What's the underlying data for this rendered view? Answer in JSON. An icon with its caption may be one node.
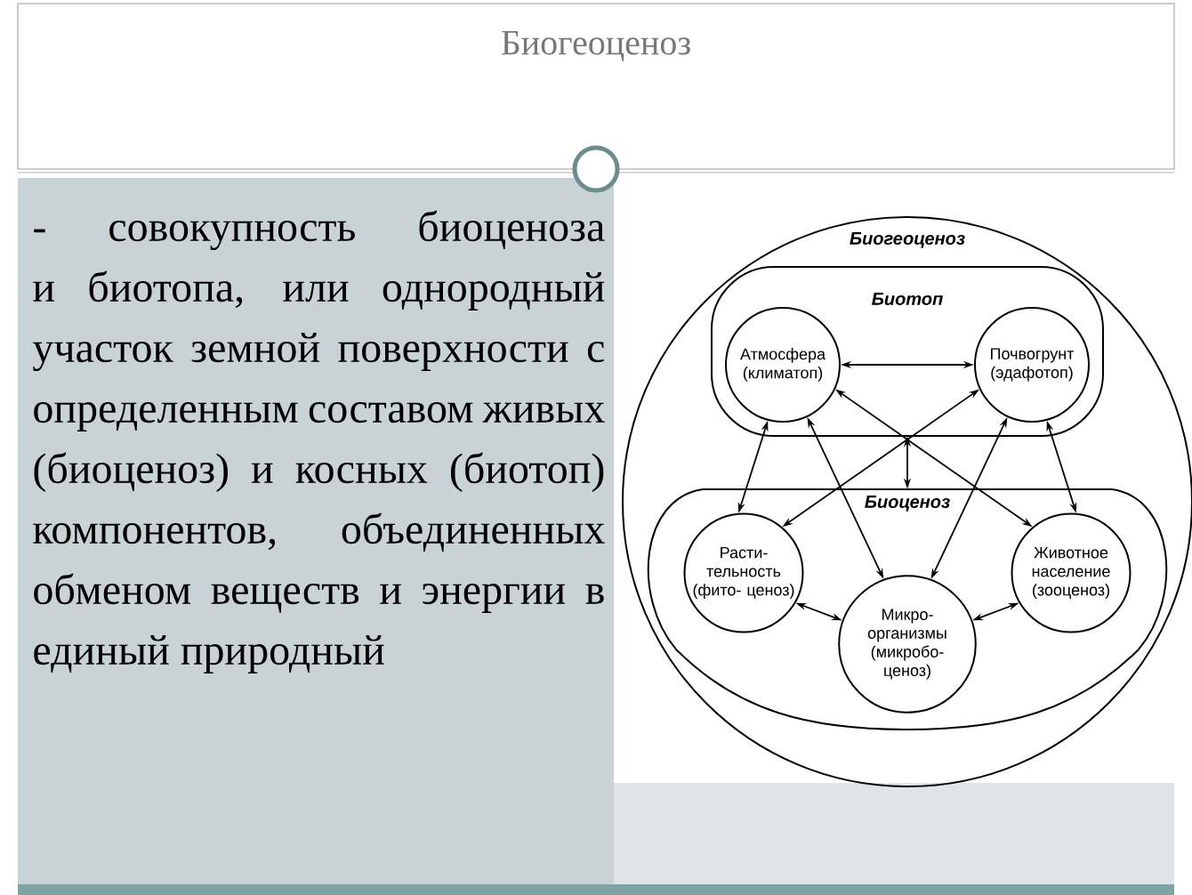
{
  "diagram": {
    "title": "Биогеоценоз",
    "nodes": [
      {
        "text": [
          "Биогеоценоз"
        ]
      },
      {
        "text": [
          "Биотоп"
        ],
        "in": 0
      },
      {
        "text": [
          "Атмосфера (климатоп)"
        ],
        "in": 1
      },
      {
        "text": [
          "Почвогрунт (эдафотоп)"
        ],
        "in": 1
      },
      {
        "text": [
          "Биоценоз"
        ],
        "in": 0
      },
      {
        "text": [
          "Расти- тельность (фито- ценоз)"
        ],
        "in": 4
      },
      {
        "text": [
          "Животное население (зооценоз)"
        ],
        "in": 4
      },
      {
        "text": [
          "Микро- организмы (микробо- ценоз)"
        ],
        "in": 4
      }
    ],
    "edges": [
      {
        "from": 2,
        "to": 3,
        "arrow": "both"
      },
      {
        "from": 2,
        "to": 5,
        "arrow": "both"
      },
      {
        "from": 3,
        "to": 6,
        "arrow": "both"
      },
      {
        "from": 1,
        "to": 4,
        "arrow": "both"
      },
      {
        "from": 2,
        "to": 7,
        "arrow": "both"
      },
      {
        "from": 2,
        "to": 6,
        "arrow": "both"
      },
      {
        "from": 3,
        "to": 5,
        "arrow": "both"
      },
      {
        "from": 3,
        "to": 7,
        "arrow": "both"
      },
      {
        "from": 5,
        "to": 7,
        "arrow": "both"
      },
      {
        "from": 6,
        "to": 7,
        "arrow": "both"
      }
    ],
    "labels": [
      "- совокупность биоценоза и биотопа, или однородный участок земной поверхности с определенным составом живых (биоценоз) и косных (биотоп) компонентов, объединенных обменом веществ и энергии в единый природный"
    ]
  }
}
